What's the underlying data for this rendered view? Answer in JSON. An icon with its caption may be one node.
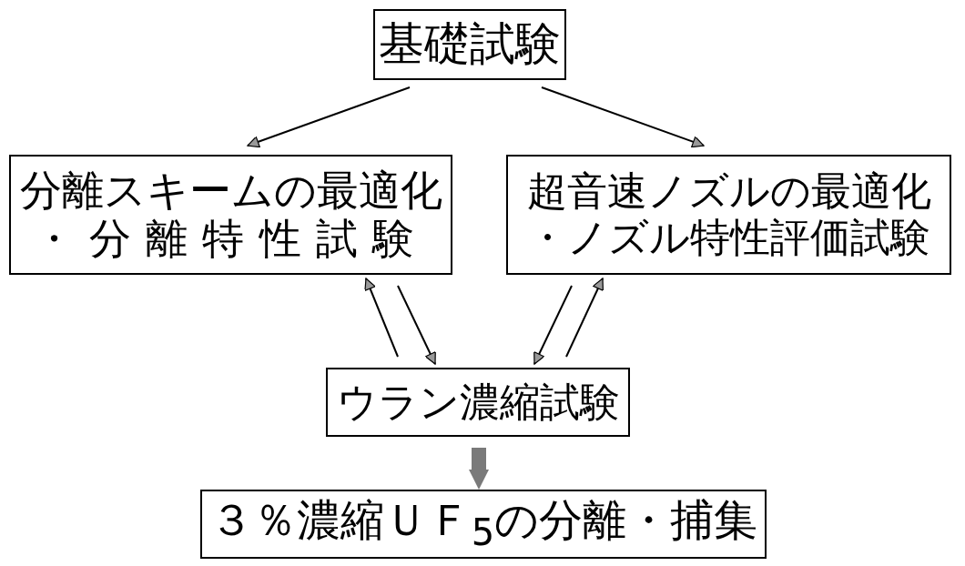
{
  "diagram": {
    "nodes": [
      {
        "text": [
          "基礎試験"
        ]
      },
      {
        "text": [
          "分離スキームの最適化",
          "・分離特性試験"
        ]
      },
      {
        "text": [
          "超音速ノズルの最適化",
          "・ノズル特性評価試験"
        ]
      },
      {
        "text": [
          "ウラン濃縮試験"
        ]
      },
      {
        "text": [
          "３％濃縮ＵＦ$_{5}$の分離・捕集"
        ]
      }
    ],
    "edges": [
      {
        "from": 0,
        "to": 1,
        "arrow": "to"
      },
      {
        "from": 0,
        "to": 2,
        "arrow": "to"
      },
      {
        "from": 3,
        "to": 1,
        "arrow": "to"
      },
      {
        "from": 1,
        "to": 3,
        "arrow": "to"
      },
      {
        "from": 2,
        "to": 3,
        "arrow": "to"
      },
      {
        "from": 3,
        "to": 2,
        "arrow": "to"
      },
      {
        "from": 3,
        "to": 4,
        "arrow": "to",
        "style": "thick",
        "color": "#7a7a7a"
      }
    ]
  }
}
